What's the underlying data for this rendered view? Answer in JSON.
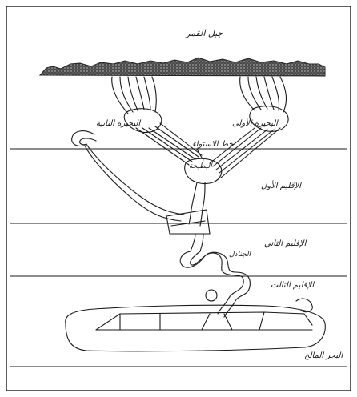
{
  "labels": {
    "top": "جبل القمر",
    "lake_first": "البحيرة الأولى",
    "lake_second": "البحيرة الثانية",
    "equator_line": "خط الاستواء",
    "junction": "البطيحة",
    "clime_first": "الإقليم الأول",
    "clime_second": "الإقليم الثاني",
    "clime_third": "الإقليم الثالث",
    "cataracts": "الجنادل",
    "salt_sea": "البحر المالح"
  },
  "colors": {
    "ink": "#1a1a1a",
    "mountain": "#3a3a3a",
    "paper": "#ffffff"
  }
}
